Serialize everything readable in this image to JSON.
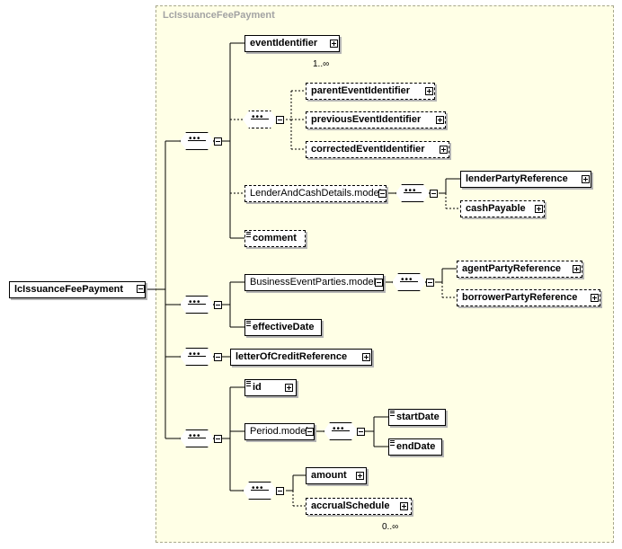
{
  "diagram": {
    "root": "lcIssuanceFeePayment",
    "type_name": "LcIssuanceFeePayment",
    "elements": {
      "eventIdentifier": "eventIdentifier",
      "eventIdentifier_card": "1..∞",
      "parentEventIdentifier": "parentEventIdentifier",
      "previousEventIdentifier": "previousEventIdentifier",
      "correctedEventIdentifier": "correctedEventIdentifier",
      "lenderAndCashDetails": "LenderAndCashDetails.model",
      "lenderPartyReference": "lenderPartyReference",
      "cashPayable": "cashPayable",
      "comment": "comment",
      "businessEventParties": "BusinessEventParties.model",
      "agentPartyReference": "agentPartyReference",
      "borrowerPartyReference": "borrowerPartyReference",
      "effectiveDate": "effectiveDate",
      "letterOfCreditReference": "letterOfCreditReference",
      "id": "id",
      "periodModel": "Period.model",
      "startDate": "startDate",
      "endDate": "endDate",
      "amount": "amount",
      "accrualSchedule": "accrualSchedule",
      "accrualSchedule_card": "0..∞"
    }
  }
}
